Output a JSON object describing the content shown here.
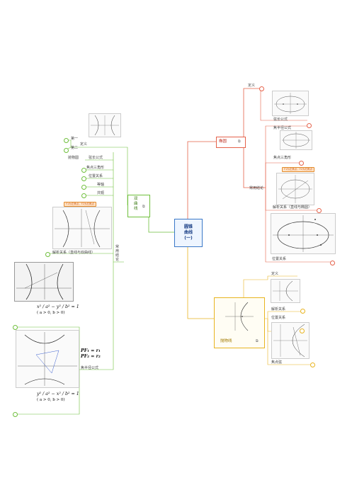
{
  "center": {
    "line1": "圆锥",
    "line2": "曲线",
    "line3": "(一)"
  },
  "ellipse": {
    "title": "椭圆",
    "items": [
      {
        "label": "定义"
      },
      {
        "label": "焦半径公式"
      },
      {
        "label": "焦点三角形"
      },
      {
        "label": "解析关系（直线与椭圆）"
      },
      {
        "label": "位置关系"
      }
    ],
    "sub_group": "常用结论",
    "top_label": "弦长公式",
    "tag": "F1为左焦点，F2为右焦点"
  },
  "hyperbola": {
    "title": "双\n曲\n线",
    "items": [
      {
        "label": "定义"
      },
      {
        "label": "弦长公式"
      },
      {
        "label": "焦点三角形"
      },
      {
        "label": "位置关系"
      },
      {
        "label": "等轴"
      },
      {
        "label": "共轭"
      },
      {
        "label": "解析关系（直线与双曲线）"
      },
      {
        "label": "焦半径公式"
      }
    ],
    "sub_group": "常\n用\n结\n论",
    "def_items": [
      "第一",
      "第二"
    ],
    "def_left": "抛物圆",
    "tag": "F1为左焦点，F2为右焦点",
    "formula1": {
      "line1": "x² / a² − y² / b² = 1",
      "line2": "( a > 0, b > 0)"
    },
    "formula2": {
      "line1": "PF₁ = r₁",
      "line2": "PF₂ = r₂"
    },
    "formula3": {
      "line1": "y² / a² − x² / b² = 1",
      "line2": "( a > 0, b > 0)"
    }
  },
  "parabola": {
    "title": "抛物线",
    "items": [
      {
        "label": "定义"
      },
      {
        "label": "解析关系"
      },
      {
        "label": "位置关系"
      },
      {
        "label": "焦点弦"
      }
    ]
  },
  "colors": {
    "ellipse": "#e5624a",
    "hyperbola": "#6fbf3c",
    "parabola": "#e8b420",
    "center": "#3a78c8"
  }
}
